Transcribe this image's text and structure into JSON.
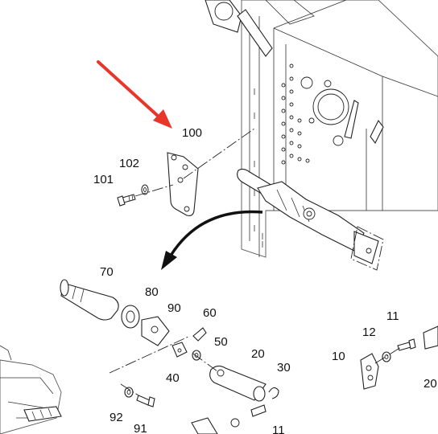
{
  "diagram": {
    "callouts": [
      {
        "id": "c100",
        "text": "100"
      },
      {
        "id": "c102",
        "text": "102"
      },
      {
        "id": "c101",
        "text": "101"
      },
      {
        "id": "c70",
        "text": "70"
      },
      {
        "id": "c80",
        "text": "80"
      },
      {
        "id": "c90",
        "text": "90"
      },
      {
        "id": "c60",
        "text": "60"
      },
      {
        "id": "c50",
        "text": "50"
      },
      {
        "id": "c20",
        "text": "20"
      },
      {
        "id": "c30",
        "text": "30"
      },
      {
        "id": "c40",
        "text": "40"
      },
      {
        "id": "c92",
        "text": "92"
      },
      {
        "id": "c91",
        "text": "91"
      },
      {
        "id": "c11a",
        "text": "11"
      },
      {
        "id": "c11b",
        "text": "11"
      },
      {
        "id": "c12",
        "text": "12"
      },
      {
        "id": "c10",
        "text": "10"
      },
      {
        "id": "c20b",
        "text": "20"
      }
    ],
    "colors": {
      "arrow": "#e8362b",
      "line": "#222222",
      "background": "#ffffff"
    }
  }
}
